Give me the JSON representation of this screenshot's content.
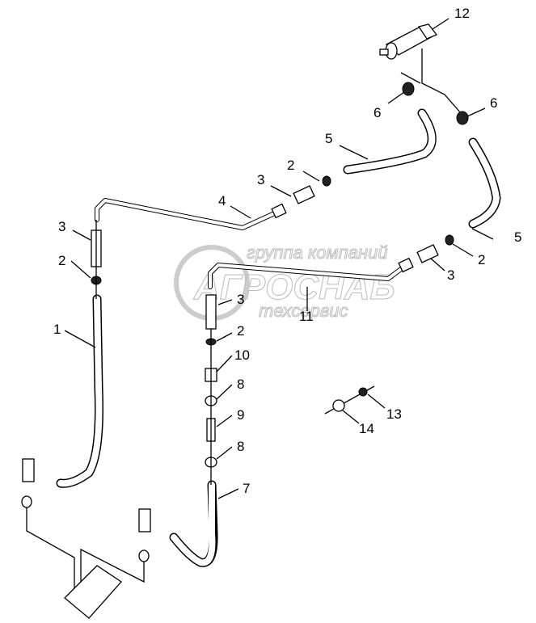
{
  "diagram": {
    "title": "Hydraulic brake lines assembly",
    "watermark": {
      "line1": "группа компаний",
      "line2": "АГРОСНАБ",
      "line3": "техсервис"
    },
    "callouts": [
      {
        "id": "c1",
        "label": "1"
      },
      {
        "id": "c2a",
        "label": "2"
      },
      {
        "id": "c2b",
        "label": "2"
      },
      {
        "id": "c2c",
        "label": "2"
      },
      {
        "id": "c2d",
        "label": "2"
      },
      {
        "id": "c3a",
        "label": "3"
      },
      {
        "id": "c3b",
        "label": "3"
      },
      {
        "id": "c3c",
        "label": "3"
      },
      {
        "id": "c3d",
        "label": "3"
      },
      {
        "id": "c4",
        "label": "4"
      },
      {
        "id": "c5a",
        "label": "5"
      },
      {
        "id": "c5b",
        "label": "5"
      },
      {
        "id": "c6a",
        "label": "6"
      },
      {
        "id": "c6b",
        "label": "6"
      },
      {
        "id": "c7",
        "label": "7"
      },
      {
        "id": "c8a",
        "label": "8"
      },
      {
        "id": "c8b",
        "label": "8"
      },
      {
        "id": "c9",
        "label": "9"
      },
      {
        "id": "c10",
        "label": "10"
      },
      {
        "id": "c11",
        "label": "11"
      },
      {
        "id": "c12",
        "label": "12"
      },
      {
        "id": "c13",
        "label": "13"
      },
      {
        "id": "c14",
        "label": "14"
      }
    ]
  }
}
